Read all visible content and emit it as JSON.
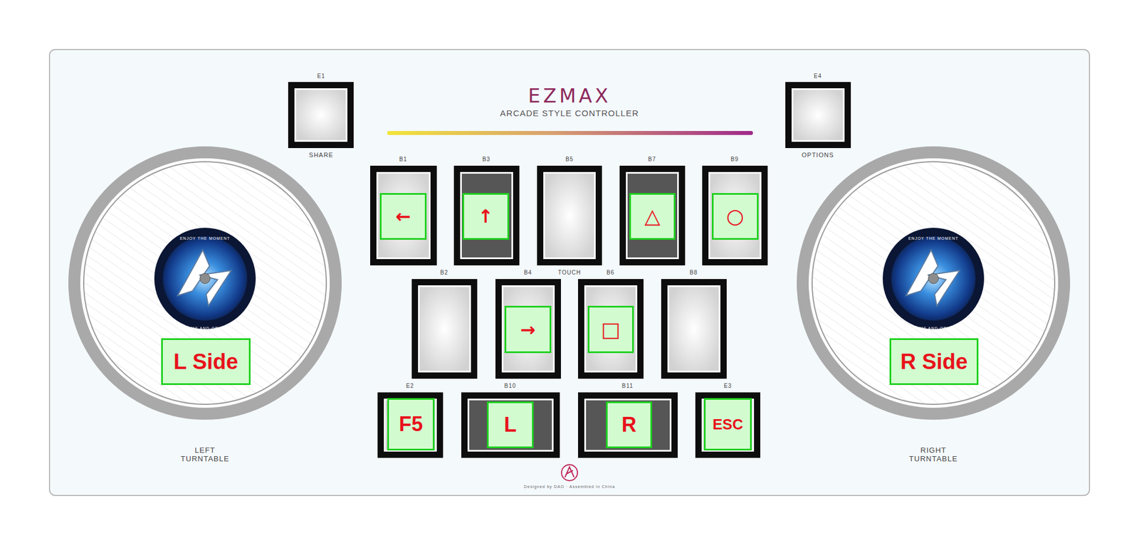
{
  "diagram": {
    "title": "EZMAX",
    "nodes": [
      {
        "text": [
          "←"
        ]
      },
      {
        "text": [
          "↑"
        ]
      },
      {
        "text": [
          "△"
        ]
      },
      {
        "text": [
          "○"
        ]
      },
      {
        "text": [
          "→"
        ]
      },
      {
        "text": [
          "□"
        ]
      },
      {
        "text": [
          "L Side"
        ]
      },
      {
        "text": [
          "R Side"
        ]
      },
      {
        "text": [
          "F5"
        ]
      },
      {
        "text": [
          "L"
        ]
      },
      {
        "text": [
          "R"
        ]
      },
      {
        "text": [
          "ESC"
        ]
      }
    ],
    "labels": [
      "ARCADE STYLE CONTROLLER",
      "E1",
      "SHARE",
      "E4",
      "OPTIONS",
      "B1",
      "B3",
      "B5",
      "B7",
      "B9",
      "B2",
      "B4",
      "TOUCH",
      "B6",
      "B8",
      "E2",
      "B10",
      "B11",
      "E3",
      "LEFT TURNTABLE",
      "RIGHT TURNTABLE",
      "ENJOY THE MOMENT",
      "DREAMS AND ORIGINS",
      "ENJOY THE MOMENT",
      "DREAMS AND ORIGINS",
      "Designed by DAO · Assembled in China"
    ]
  }
}
